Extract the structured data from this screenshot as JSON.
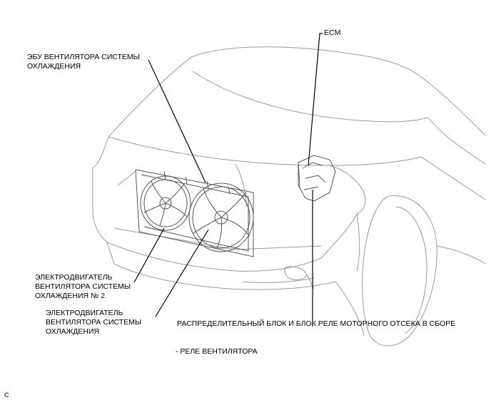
{
  "labels": {
    "ecm": "ECM",
    "fan_ecu": "ЭБУ ВЕНТИЛЯТОРА СИСТЕМЫ\nОХЛАЖДЕНИЯ",
    "fan_motor_2": "ЭЛЕКТРОДВИГАТЕЛЬ\nВЕНТИЛЯТОРА СИСТЕМЫ\nОХЛАЖДЕНИЯ № 2",
    "fan_motor_1": "ЭЛЕКТРОДВИГАТЕЛЬ\nВЕНТИЛЯТОРА СИСТЕМЫ\nОХЛАЖДЕНИЯ",
    "relay_block": "РАСПРЕДЕЛИТЕЛЬНЫЙ БЛОК И БЛОК РЕЛЕ МОТОРНОГО ОТСЕКА В СБОРЕ",
    "fan_relay": "- РЕЛЕ ВЕНТИЛЯТОРА",
    "corner_mark": "C"
  }
}
